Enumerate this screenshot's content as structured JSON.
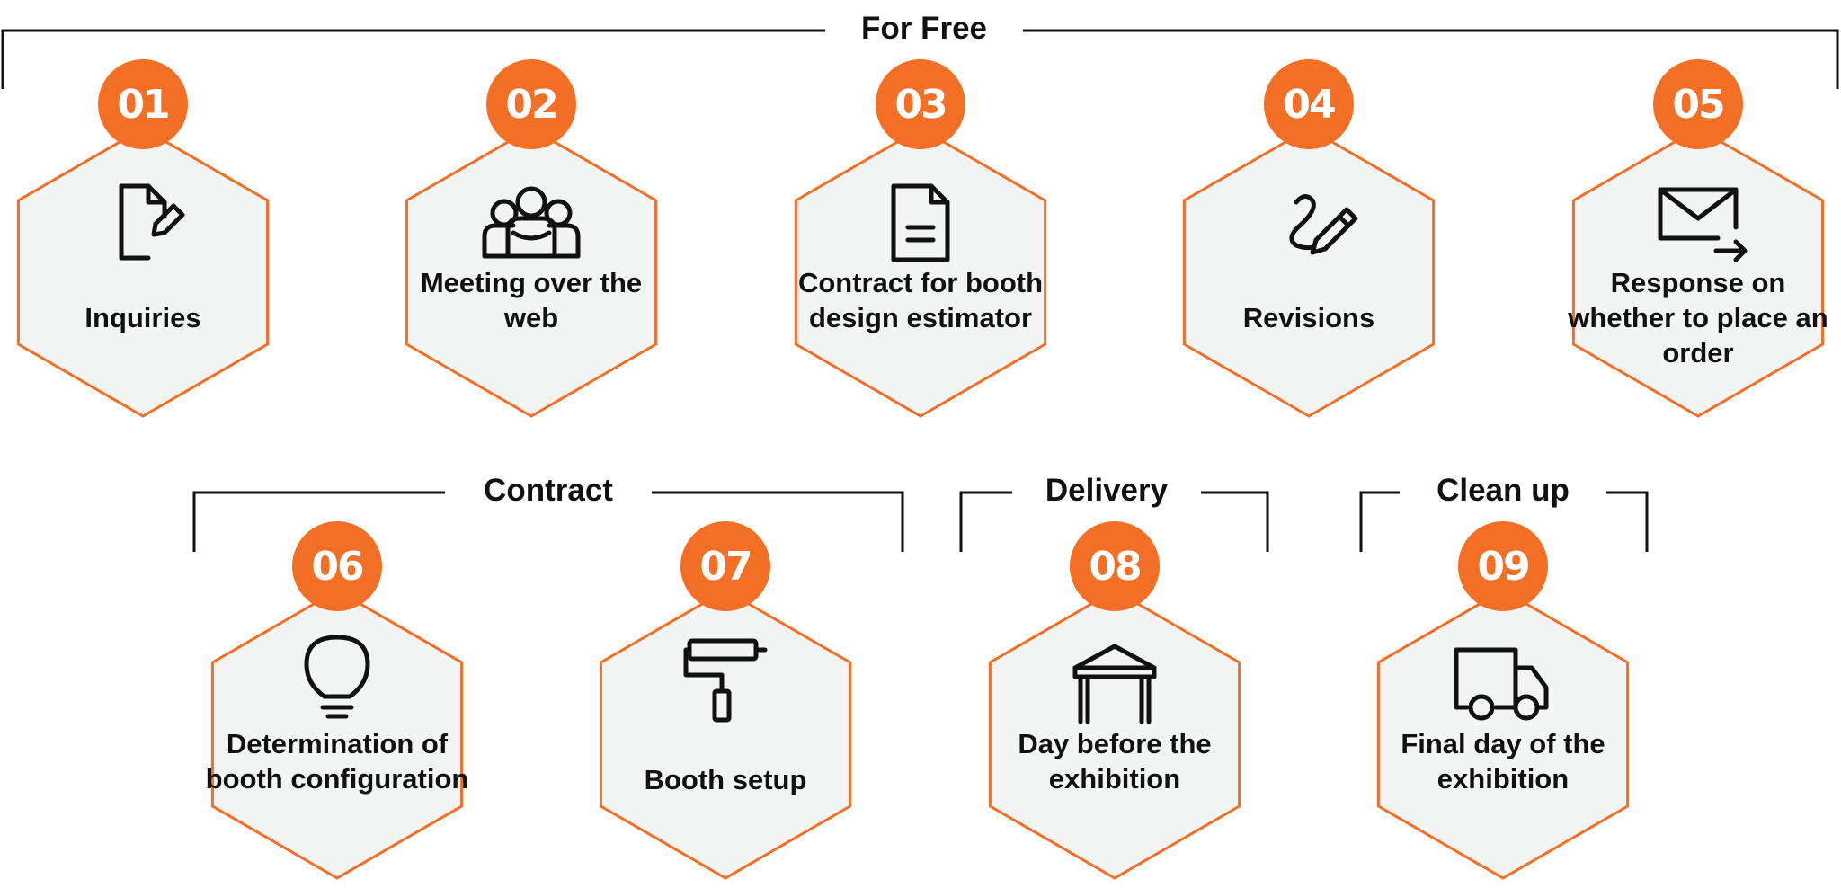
{
  "groups": [
    {
      "label": "For Free"
    },
    {
      "label": "Contract"
    },
    {
      "label": "Delivery"
    },
    {
      "label": "Clean up"
    }
  ],
  "steps": [
    {
      "number": "01",
      "label": "Inquiries",
      "icon": "document-edit-icon"
    },
    {
      "number": "02",
      "label": "Meeting over the web",
      "icon": "people-group-icon"
    },
    {
      "number": "03",
      "label": "Contract for booth design estimator",
      "icon": "document-icon"
    },
    {
      "number": "04",
      "label": "Revisions",
      "icon": "pencil-icon"
    },
    {
      "number": "05",
      "label": "Response on whether to place an order",
      "icon": "mail-send-icon"
    },
    {
      "number": "06",
      "label": "Determination of booth configuration",
      "icon": "lightbulb-icon"
    },
    {
      "number": "07",
      "label": "Booth setup",
      "icon": "paint-roller-icon"
    },
    {
      "number": "08",
      "label": "Day before the exhibition",
      "icon": "tent-icon"
    },
    {
      "number": "09",
      "label": "Final day of the exhibition",
      "icon": "truck-icon"
    }
  ],
  "colors": {
    "accent": "#f26f25",
    "hexagon_fill": "#f3f4f4",
    "text": "#111111",
    "bracket": "#111111"
  }
}
